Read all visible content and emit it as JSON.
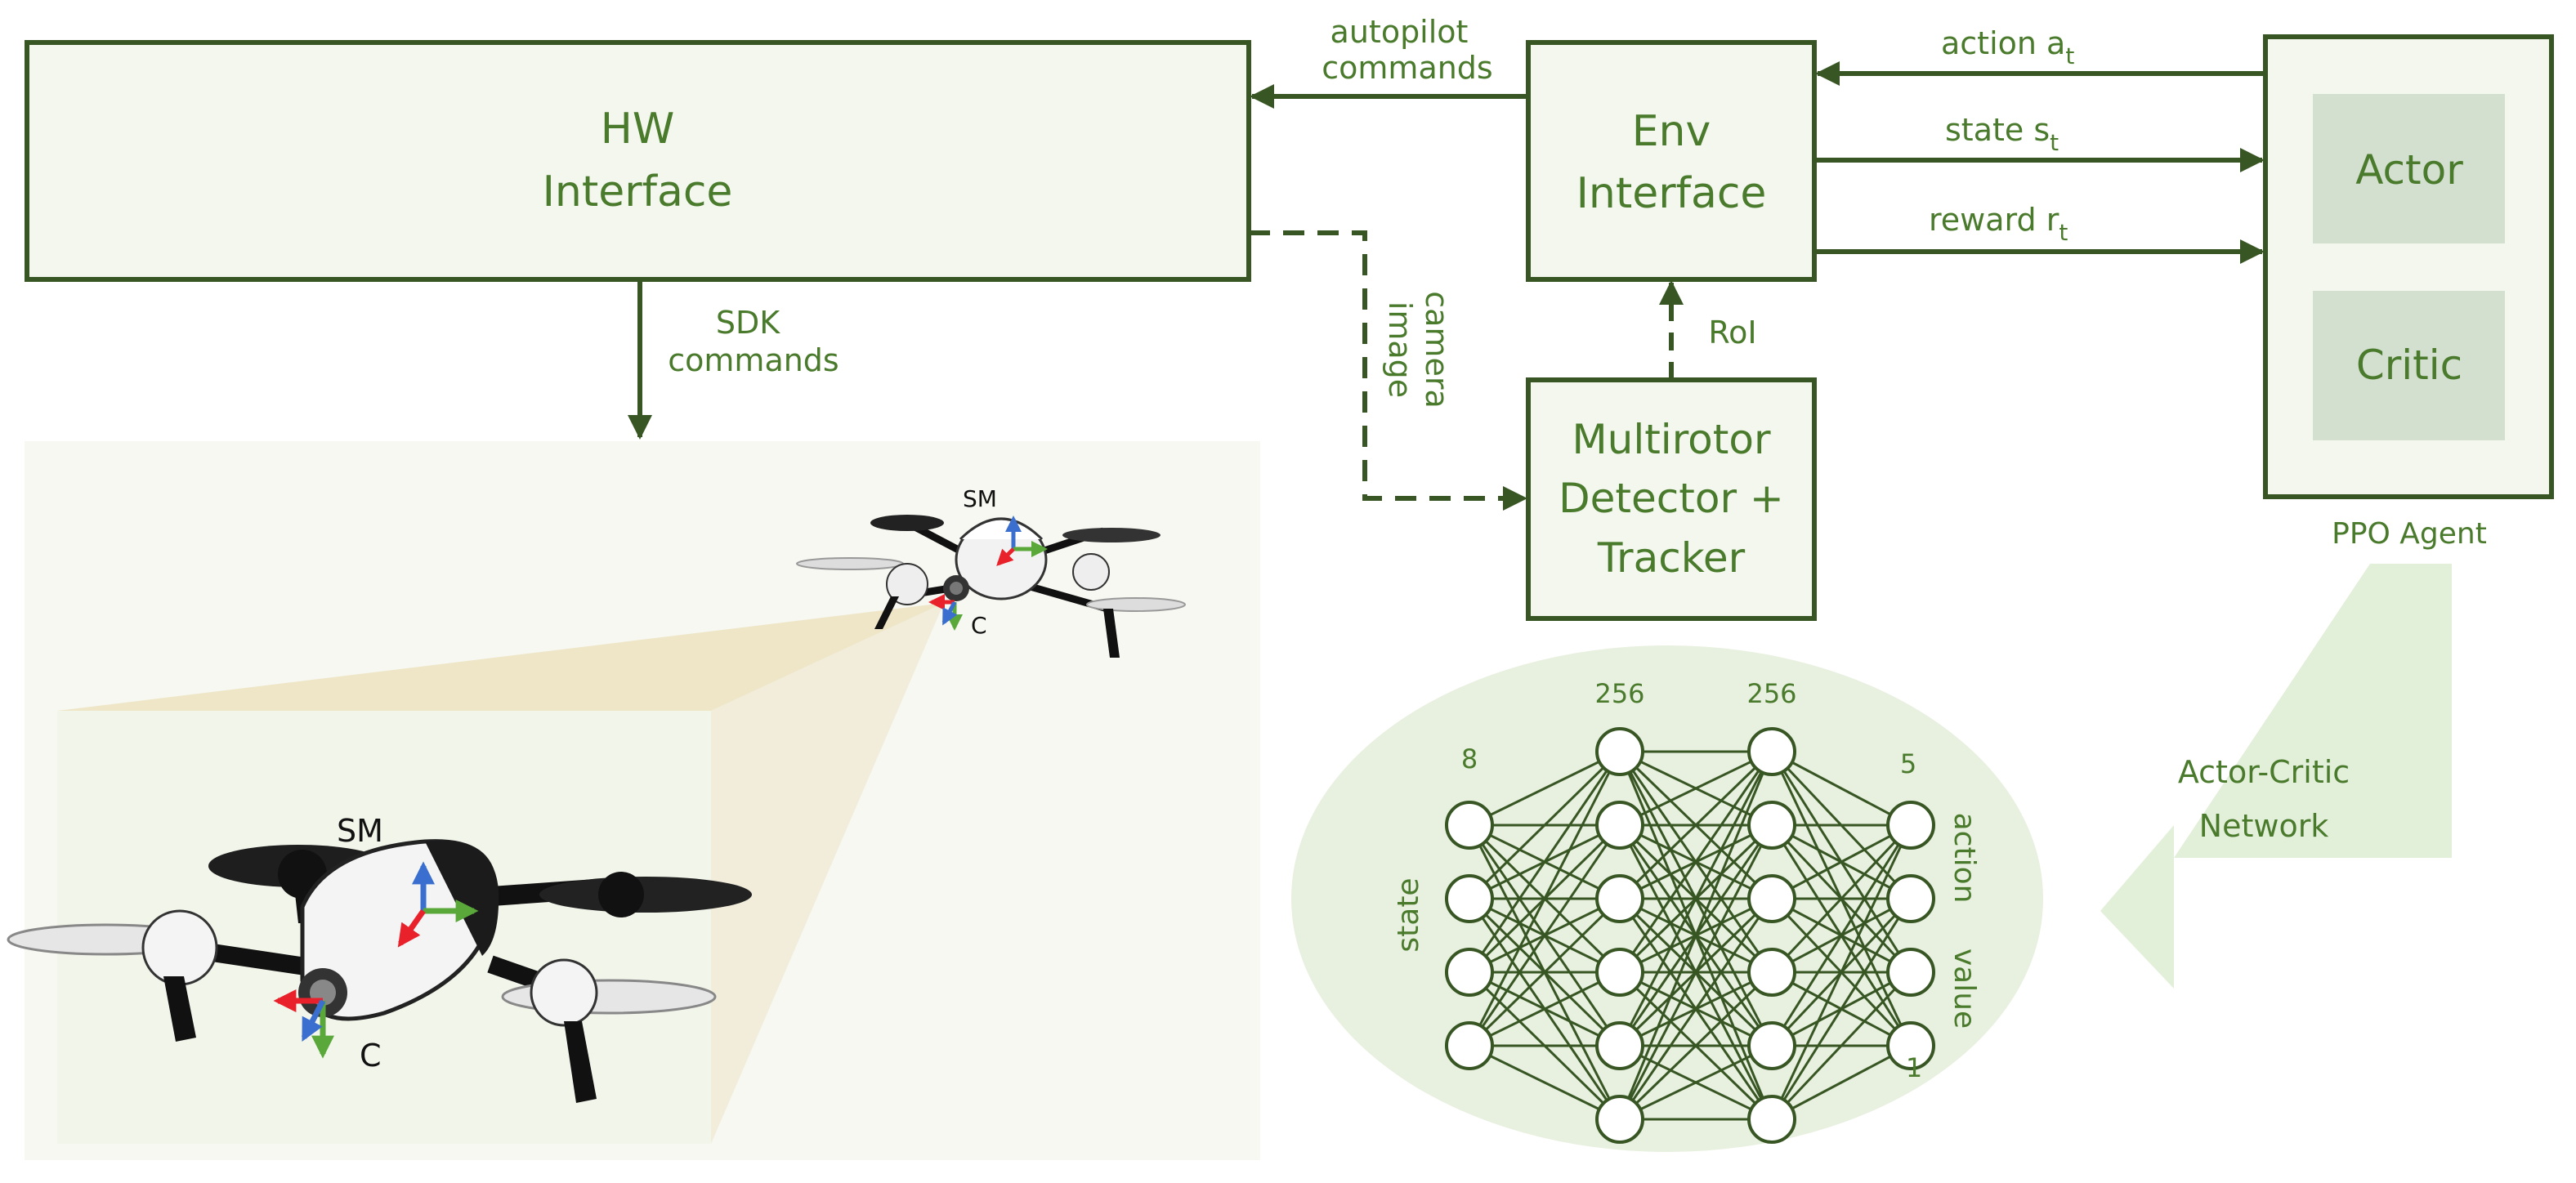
{
  "colors": {
    "dark_green": "#375623",
    "box_fill": "#f3f7ee",
    "text_green": "#4a7a2c",
    "inner_fill": "#d3dfcf",
    "light_green": "#e2efd9",
    "ellipse_fill": "#e8f0df",
    "scene_bg": "#f6f8f1",
    "cone": "#eae2c4",
    "axis_red": "#e8212b",
    "axis_blue": "#3a6fd0",
    "axis_green": "#5aa83a"
  },
  "boxes": {
    "hw": {
      "line1": "HW",
      "line2": "Interface"
    },
    "env": {
      "line1": "Env",
      "line2": "Interface"
    },
    "detector": {
      "line1": "Multirotor",
      "line2": "Detector +",
      "line3": "Tracker"
    },
    "ppo": {
      "actor": "Actor",
      "critic": "Critic",
      "caption": "PPO Agent"
    }
  },
  "edges": {
    "autopilot": {
      "line1": "autopilot",
      "line2": "commands"
    },
    "sdk": {
      "line1": "SDK",
      "line2": "commands"
    },
    "camera": {
      "line1": "camera",
      "line2": "image"
    },
    "roi": "RoI",
    "action": {
      "text": "action a",
      "sub": "t"
    },
    "state": {
      "text": "state s",
      "sub": "t"
    },
    "reward": {
      "text": "reward r",
      "sub": "t"
    }
  },
  "network": {
    "caption_line1": "Actor-Critic",
    "caption_line2": "Network",
    "input_label": "state",
    "output_label_action": "action",
    "output_label_value": "value",
    "layer_sizes": {
      "input": "8",
      "hidden1": "256",
      "hidden2": "256",
      "output_top": "5",
      "output_bottom": "1"
    },
    "nodes_per_layer": [
      4,
      6,
      6,
      4
    ]
  },
  "drones": {
    "small": {
      "sm_label": "SM",
      "c_label": "C"
    },
    "large": {
      "sm_label": "SM",
      "c_label": "C"
    }
  }
}
